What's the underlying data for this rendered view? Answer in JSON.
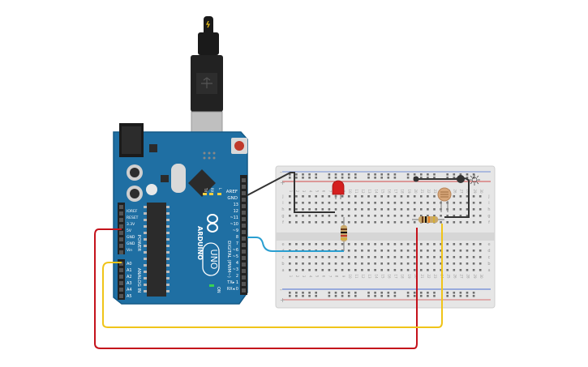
{
  "board": {
    "colors": {
      "pcb": "#1f6fa3",
      "pcb_edge": "#155a87",
      "header": "#222222",
      "chip": "#2b2b2b"
    },
    "labels": {
      "brand": "ARDUINO",
      "model": "UNO",
      "aref": "AREF",
      "gnd": "GND",
      "digital": "DIGITAL (PWM~)",
      "power": "POWER",
      "analog": "ANALOG IN",
      "on": "ON",
      "tx_led": "TX",
      "rx_led": "RX",
      "l_led": "L"
    },
    "digital_pins": [
      "13",
      "12",
      "~11",
      "~10",
      "~9",
      "8",
      "7",
      "~6",
      "~5",
      "4",
      "~3",
      "2",
      "TX▸ 1",
      "RX◂ 0"
    ],
    "power_pins": [
      "IOREF",
      "RESET",
      "3.3V",
      "5V",
      "GND",
      "GND",
      "Vin"
    ],
    "analog_pins": [
      "A0",
      "A1",
      "A2",
      "A3",
      "A4",
      "A5"
    ]
  },
  "breadboard": {
    "colors": {
      "body": "#e6e6e6",
      "hole": "#6f6f6f",
      "red_rail": "#d24b4b",
      "blue_rail": "#4b6fd2"
    },
    "column_numbers": [
      "1",
      "2",
      "3",
      "4",
      "5",
      "6",
      "7",
      "8",
      "9",
      "10",
      "11",
      "12",
      "13",
      "14",
      "15",
      "16",
      "17",
      "18",
      "19",
      "20",
      "21",
      "22",
      "23",
      "24",
      "25",
      "26",
      "27",
      "28",
      "29",
      "30"
    ],
    "row_letters_top": [
      "j",
      "i",
      "h",
      "g",
      "f"
    ],
    "row_letters_bottom": [
      "e",
      "d",
      "c",
      "b",
      "a"
    ],
    "rail_plus": "+",
    "rail_minus": "-"
  },
  "components": {
    "led": {
      "color": "#d41f1f"
    },
    "resistor": {
      "color": "#c9a86b"
    },
    "photoresistor": {
      "color": "#d7a679"
    }
  },
  "wires": {
    "red": "#c4121b",
    "yellow": "#f0c419",
    "blue": "#2a9fd1",
    "black": "#333333"
  }
}
